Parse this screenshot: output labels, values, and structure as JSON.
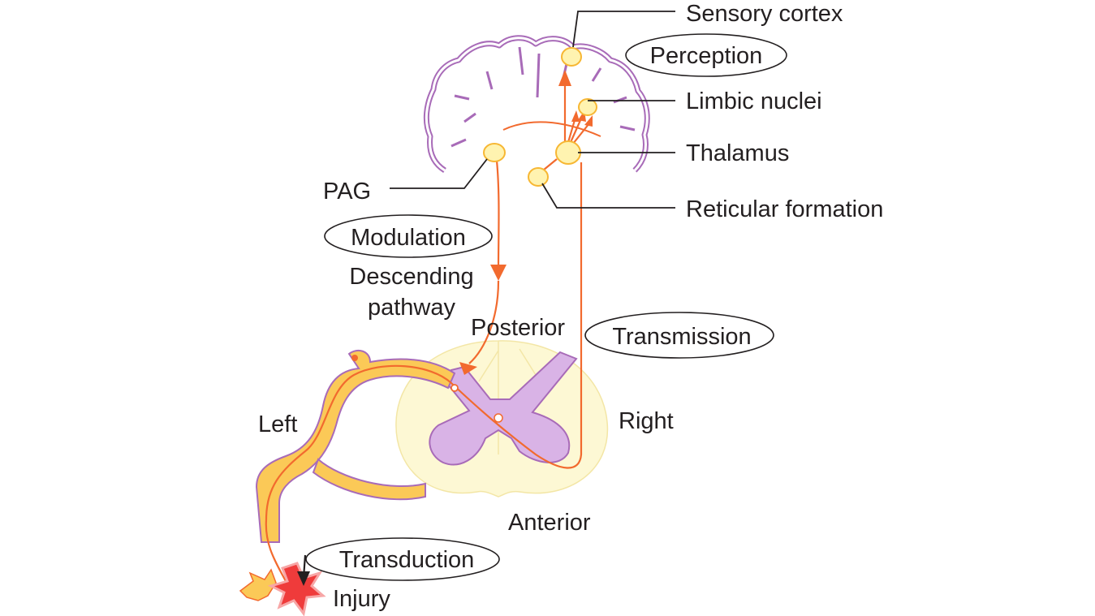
{
  "labels": {
    "sensory_cortex": "Sensory cortex",
    "limbic_nuclei": "Limbic nuclei",
    "thalamus": "Thalamus",
    "reticular_formation": "Reticular formation",
    "pag": "PAG",
    "descending_pathway_line1": "Descending",
    "descending_pathway_line2": "pathway",
    "posterior": "Posterior",
    "anterior": "Anterior",
    "left": "Left",
    "right": "Right",
    "injury": "Injury"
  },
  "stages": {
    "perception": "Perception",
    "modulation": "Modulation",
    "transmission": "Transmission",
    "transduction": "Transduction"
  },
  "colors": {
    "pathway": "#f26a2e",
    "gray_matter": "#d9b3e6",
    "gray_matter_outline": "#a86bb8",
    "white_matter": "#fdf8d4",
    "nerve_fill": "#fbc957",
    "nucleus": "#fff3b0",
    "injury": "#ef3b3b"
  }
}
